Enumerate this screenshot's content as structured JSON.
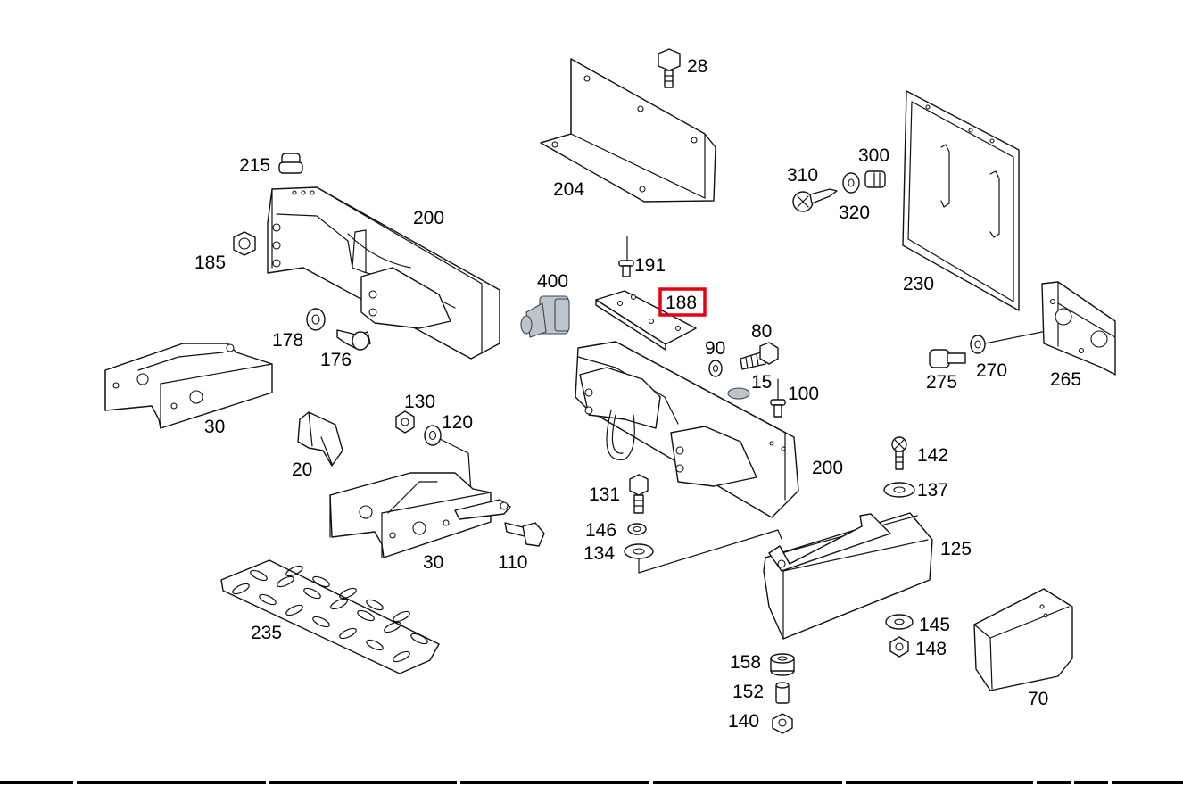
{
  "diagram": {
    "highlight_color": "#e8000f",
    "highlighted_label": "188",
    "callouts": {
      "p28": "28",
      "p215": "215",
      "p200a": "200",
      "p204": "204",
      "p310": "310",
      "p300": "300",
      "p320": "320",
      "p185": "185",
      "p191": "191",
      "p400": "400",
      "p188": "188",
      "p230": "230",
      "p80": "80",
      "p178": "178",
      "p90": "90",
      "p176": "176",
      "p15": "15",
      "p100": "100",
      "p275": "275",
      "p270": "270",
      "p265": "265",
      "p30a": "30",
      "p130": "130",
      "p120": "120",
      "p20": "20",
      "p200b": "200",
      "p142": "142",
      "p131": "131",
      "p137": "137",
      "p146": "146",
      "p134": "134",
      "p30b": "30",
      "p110": "110",
      "p125": "125",
      "p235": "235",
      "p145": "145",
      "p148": "148",
      "p158": "158",
      "p152": "152",
      "p70": "70",
      "p140": "140"
    }
  }
}
